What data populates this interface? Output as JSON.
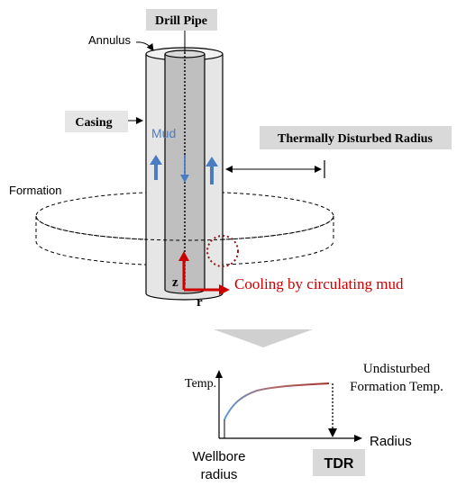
{
  "labels": {
    "drill_pipe": "Drill Pipe",
    "annulus": "Annulus",
    "casing": "Casing",
    "mud": "Mud",
    "thermally_disturbed_radius": "Thermally Disturbed Radius",
    "formation": "Formation",
    "z_axis": "z",
    "r_axis": "r",
    "cooling": "Cooling by circulating mud"
  },
  "graph": {
    "temp_label": "Temp.",
    "undisturbed_line1": "Undisturbed",
    "undisturbed_line2": "Formation Temp.",
    "radius_label": "Radius",
    "wellbore_line1": "Wellbore",
    "wellbore_line2": "radius",
    "tdr": "TDR"
  },
  "colors": {
    "label_box": "#d9d9d9",
    "casing_fill": "#e6e6e6",
    "pipe_fill": "#bfbfbf",
    "mud_blue": "#4a7cc4",
    "arrow_red": "#cc0000",
    "circle_brown": "#8b1a1a",
    "curve_start": "#5b9bd5",
    "curve_end": "#a03030",
    "chevron": "#d0d0d0"
  }
}
